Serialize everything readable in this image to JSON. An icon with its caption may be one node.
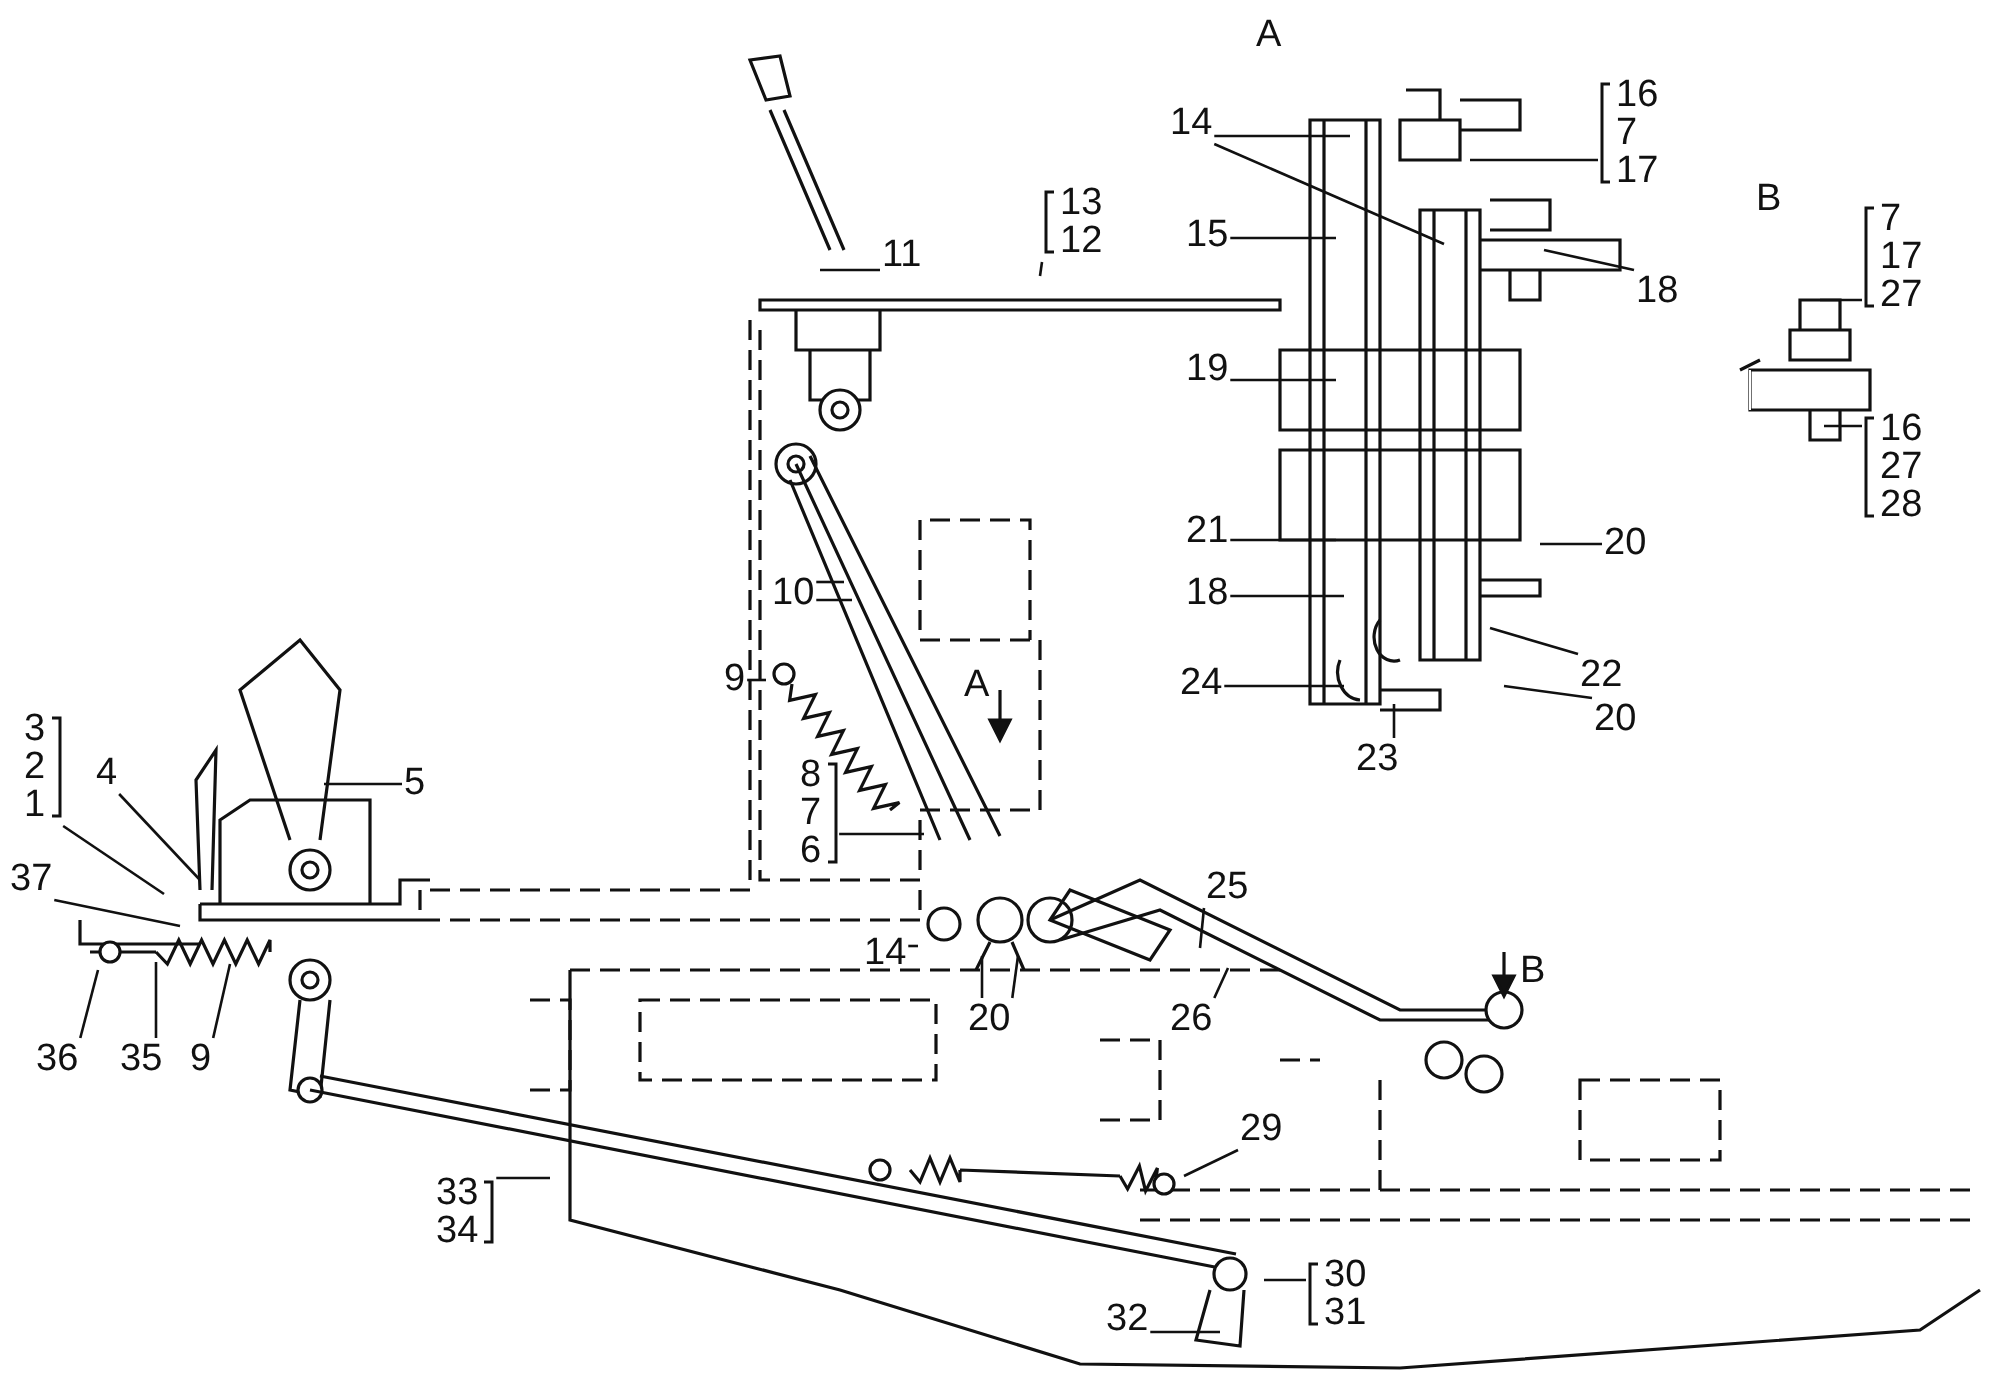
{
  "diagram": {
    "nodes": [
      {
        "text": [
          "13",
          "12"
        ]
      },
      {
        "text": [
          "11"
        ]
      },
      {
        "text": [
          "14"
        ]
      },
      {
        "text": [
          "16",
          "7",
          "17"
        ]
      },
      {
        "text": [
          "15"
        ]
      },
      {
        "text": [
          "18"
        ]
      },
      {
        "text": [
          "7",
          "17",
          "27"
        ]
      },
      {
        "text": [
          "19"
        ]
      },
      {
        "text": [
          "10"
        ]
      },
      {
        "text": [
          "21"
        ]
      },
      {
        "text": [
          "20"
        ]
      },
      {
        "text": [
          "16",
          "27",
          "28"
        ]
      },
      {
        "text": [
          "18"
        ]
      },
      {
        "text": [
          "9"
        ]
      },
      {
        "text": [
          "22"
        ]
      },
      {
        "text": [
          "24"
        ]
      },
      {
        "text": [
          "23"
        ]
      },
      {
        "text": [
          "20"
        ]
      },
      {
        "text": [
          "3",
          "2",
          "1"
        ]
      },
      {
        "text": [
          "4"
        ]
      },
      {
        "text": [
          "5"
        ]
      },
      {
        "text": [
          "8",
          "7",
          "6"
        ]
      },
      {
        "text": [
          "37"
        ]
      },
      {
        "text": [
          "14"
        ]
      },
      {
        "text": [
          "25"
        ]
      },
      {
        "text": [
          "26"
        ]
      },
      {
        "text": [
          "20"
        ]
      },
      {
        "text": [
          "36"
        ]
      },
      {
        "text": [
          "35"
        ]
      },
      {
        "text": [
          "9"
        ]
      },
      {
        "text": [
          "29"
        ]
      },
      {
        "text": [
          "33",
          "34"
        ]
      },
      {
        "text": [
          "30",
          "31"
        ]
      },
      {
        "text": [
          "32"
        ]
      }
    ],
    "edges": [
      {
        "from": 0,
        "to": null,
        "arrow": "none"
      },
      {
        "from": 1,
        "to": null,
        "arrow": "none"
      },
      {
        "from": 2,
        "to": null,
        "arrow": "none"
      },
      {
        "from": 2,
        "to": null,
        "arrow": "none"
      },
      {
        "from": 3,
        "to": null,
        "arrow": "none"
      },
      {
        "from": 4,
        "to": null,
        "arrow": "none"
      },
      {
        "from": 5,
        "to": null,
        "arrow": "none"
      },
      {
        "from": 6,
        "to": null,
        "arrow": "none"
      },
      {
        "from": 7,
        "to": null,
        "arrow": "none"
      },
      {
        "from": 8,
        "to": null,
        "arrow": "none"
      },
      {
        "from": 8,
        "to": null,
        "arrow": "none"
      },
      {
        "from": 9,
        "to": null,
        "arrow": "none"
      },
      {
        "from": 10,
        "to": null,
        "arrow": "none"
      },
      {
        "from": 11,
        "to": null,
        "arrow": "none"
      },
      {
        "from": 12,
        "to": null,
        "arrow": "none"
      },
      {
        "from": 13,
        "to": null,
        "arrow": "none"
      },
      {
        "from": 14,
        "to": null,
        "arrow": "none"
      },
      {
        "from": 15,
        "to": null,
        "arrow": "none"
      },
      {
        "from": 16,
        "to": null,
        "arrow": "none"
      },
      {
        "from": 17,
        "to": null,
        "arrow": "none"
      },
      {
        "from": 18,
        "to": null,
        "arrow": "none"
      },
      {
        "from": 19,
        "to": null,
        "arrow": "none"
      },
      {
        "from": 20,
        "to": null,
        "arrow": "none"
      },
      {
        "from": 21,
        "to": null,
        "arrow": "none"
      },
      {
        "from": 22,
        "to": null,
        "arrow": "none"
      },
      {
        "from": 23,
        "to": null,
        "arrow": "none"
      },
      {
        "from": 24,
        "to": null,
        "arrow": "none"
      },
      {
        "from": 25,
        "to": null,
        "arrow": "none"
      },
      {
        "from": 26,
        "to": null,
        "arrow": "none"
      },
      {
        "from": 26,
        "to": null,
        "arrow": "none"
      },
      {
        "from": 27,
        "to": null,
        "arrow": "none"
      },
      {
        "from": 28,
        "to": null,
        "arrow": "none"
      },
      {
        "from": 29,
        "to": null,
        "arrow": "none"
      },
      {
        "from": 30,
        "to": null,
        "arrow": "none"
      },
      {
        "from": 31,
        "to": null,
        "arrow": "none"
      },
      {
        "from": 32,
        "to": null,
        "arrow": "none"
      },
      {
        "from": 33,
        "to": null,
        "arrow": "none"
      }
    ],
    "labels": [
      "A",
      "B",
      "A",
      "B"
    ]
  }
}
